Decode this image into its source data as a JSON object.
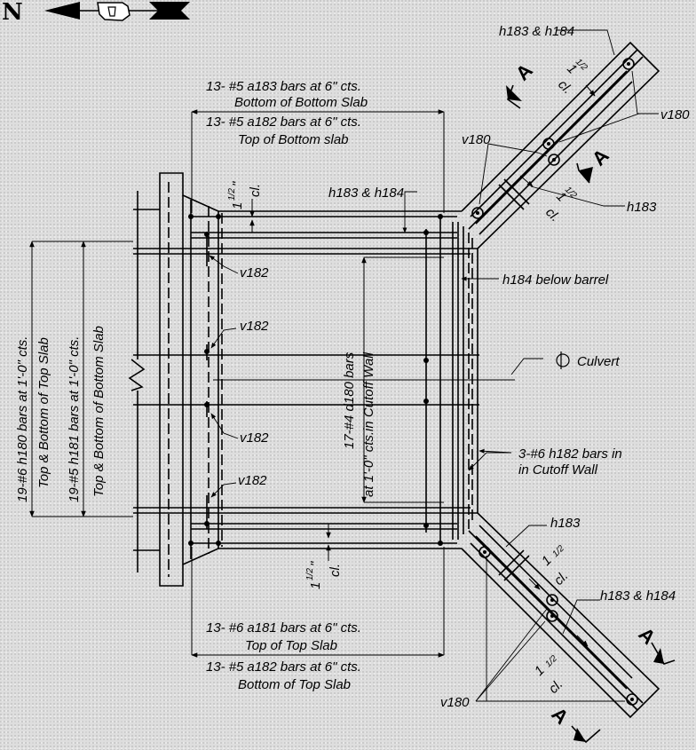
{
  "north_arrow": {
    "letter": "N"
  },
  "notes": {
    "bottom_slab_bars_qty": "13-",
    "bottom_slab_bars_size": "#5",
    "bottom_slab_bars_mark": "a183",
    "bottom_slab_bars_spacing": "bars at 6\" cts.",
    "bottom_slab_bars_loc": "Bottom of Bottom Slab",
    "top_bottom_slab_qty": "13-",
    "top_bottom_slab_size": "#5",
    "top_bottom_slab_mark": "a182",
    "top_bottom_slab_spacing": "bars at 6\" cts.",
    "top_bottom_slab_loc": "Top of Bottom slab",
    "top_slab_qty": "13-",
    "top_slab_size": "#6",
    "top_slab_mark": "a181",
    "top_slab_spacing": "bars at 6\" cts.",
    "top_slab_loc": "Top of Top Slab",
    "bottom_top_slab_qty": "13-",
    "bottom_top_slab_size": "#5",
    "bottom_top_slab_mark": "a182",
    "bottom_top_slab_spacing": "bars at 6\" cts.",
    "bottom_top_slab_loc": "Bottom of Top Slab",
    "h180_line1": "19-#6 h180 bars at 1'-0\" cts.",
    "h180_line2": "Top & Bottom of Top Slab",
    "h181_line1": "19-#5 h181 bars at 1'-0\" cts.",
    "h181_line2": "Top & Bottom of Bottom Slab",
    "d180_line1": "17-#4 d180 bars",
    "d180_line2": "at 1'-0\" cts.in Cutoff Wall",
    "h184_below_barrel": "h184 below barrel",
    "culvert_cl": "Culvert",
    "h182_cutoff_line1": "3-#6 h182 bars in",
    "h182_cutoff_line2": "in Cutoff Wall",
    "h183_h184": "h183 & h184",
    "h183": "h183",
    "v180": "v180",
    "v182": "v182",
    "clear_num": "1",
    "clear_frac": "1/2",
    "clear_in": "\"",
    "clear_cl": "cl.",
    "section_a": "A"
  }
}
